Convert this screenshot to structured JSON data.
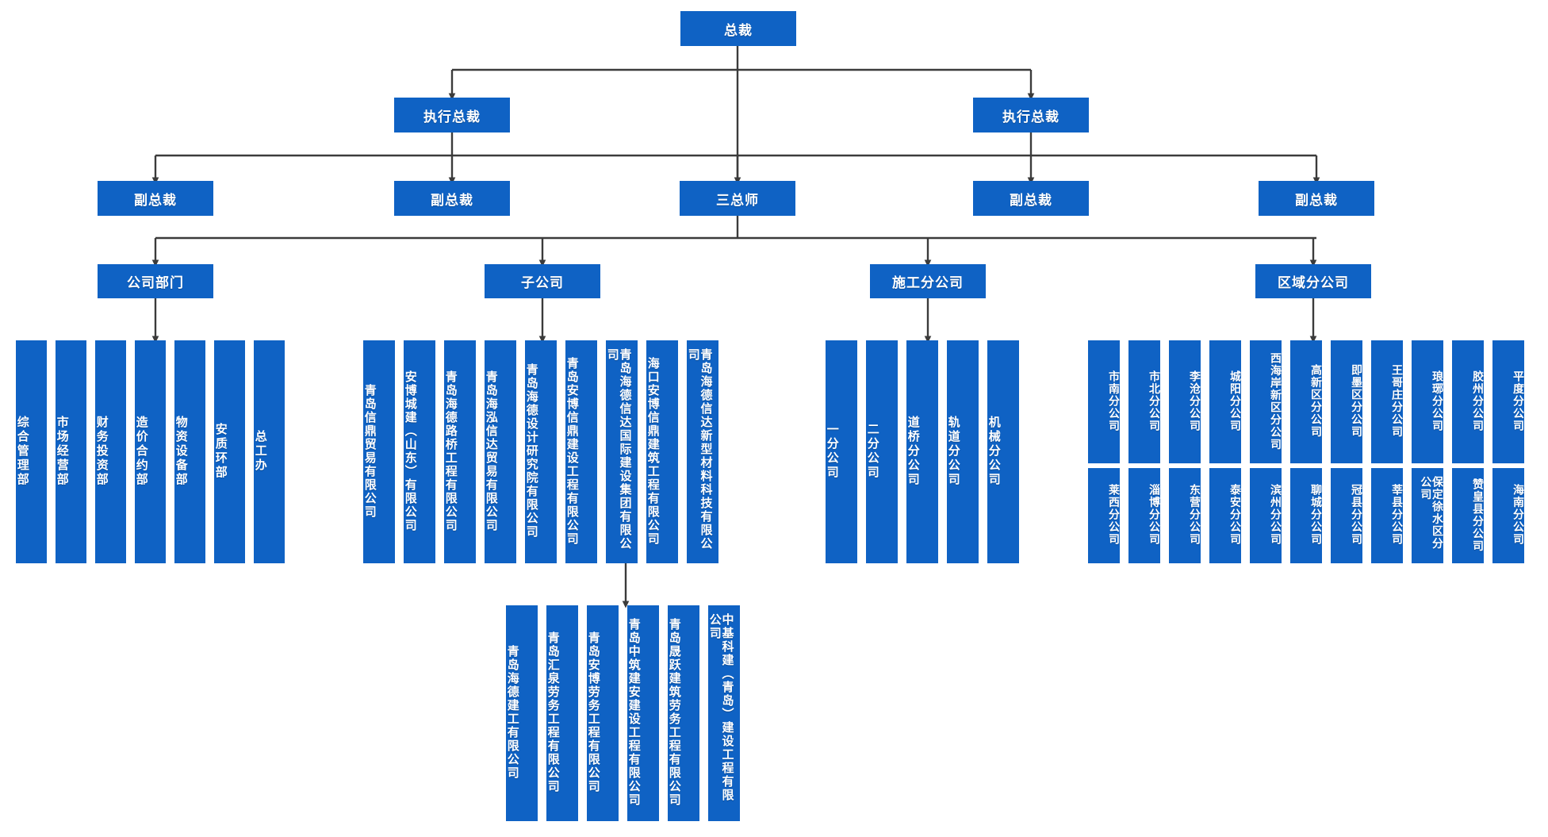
{
  "colors": {
    "box": "#0f62c4",
    "line": "#3b3b3b",
    "text": "#ffffff",
    "background": "#ffffff"
  },
  "chart_title": "",
  "levels": {
    "level1": [
      {
        "id": "president",
        "label": "总裁"
      }
    ],
    "level2": [
      {
        "id": "exec-president-1",
        "label": "执行总裁"
      },
      {
        "id": "exec-president-2",
        "label": "执行总裁"
      }
    ],
    "level3": [
      {
        "id": "vice-president-1",
        "label": "副总裁"
      },
      {
        "id": "vice-president-2",
        "label": "副总裁"
      },
      {
        "id": "chief-engineers",
        "label": "三总师"
      },
      {
        "id": "vice-president-3",
        "label": "副总裁"
      },
      {
        "id": "vice-president-4",
        "label": "副总裁"
      }
    ],
    "level4": [
      {
        "id": "company-departments",
        "label": "公司部门"
      },
      {
        "id": "subsidiaries",
        "label": "子公司"
      },
      {
        "id": "construction-branches",
        "label": "施工分公司"
      },
      {
        "id": "regional-branches",
        "label": "区域分公司"
      }
    ]
  },
  "company_departments": [
    "综合管理部",
    "市场经营部",
    "财务投资部",
    "造价合约部",
    "物资设备部",
    "安质环部",
    "总工办"
  ],
  "subsidiaries_row1": [
    "青岛信鼎贸易有限公司",
    "安博城建（山东）有限公司",
    "青岛海德路桥工程有限公司",
    "青岛海泓信达贸易有限公司",
    "青岛海德设计研究院有限公司",
    "青岛安博信鼎建设工程有限公司",
    "青岛海德信达国际建设集团有限公司",
    "海口安博信鼎建筑工程有限公司",
    "青岛海德信达新型材料科技有限公司"
  ],
  "subsidiaries_row2": [
    "青岛海德建工有限公司",
    "青岛汇泉劳务工程有限公司",
    "青岛安博劳务工程有限公司",
    "青岛中筑建安建设工程有限公司",
    "青岛晟跃建筑劳务工程有限公司",
    "中基科建（青岛）建设工程有限公司"
  ],
  "construction_branches": [
    "一分公司",
    "二分公司",
    "道桥分公司",
    "轨道分公司",
    "机械分公司"
  ],
  "regional_branches_row1": [
    "市南分公司",
    "市北分公司",
    "李沧分公司",
    "城阳分公司",
    "西海岸新区分公司",
    "高新区分公司",
    "即墨区分公司",
    "王哥庄分公司",
    "琅琊分公司",
    "胶州分公司",
    "平度分公司"
  ],
  "regional_branches_row2": [
    "莱西分公司",
    "淄博分公司",
    "东营分公司",
    "泰安分公司",
    "滨州分公司",
    "聊城分公司",
    "冠县分公司",
    "莘县分公司",
    "保定徐水区分公司",
    "赞皇县分公司",
    "海南分公司"
  ]
}
